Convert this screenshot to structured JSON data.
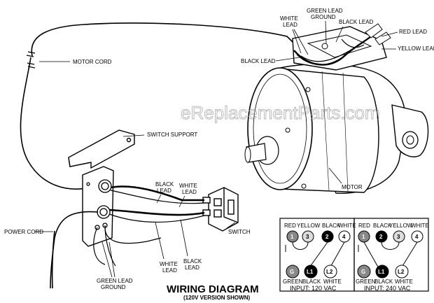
{
  "watermark": "eReplacementParts.com",
  "labels": {
    "motor_cord": "MOTOR CORD",
    "switch_support": "SWITCH SUPPORT",
    "power_cord": "POWER CORD",
    "switch": "SWITCH",
    "motor": "MOTOR",
    "green_lead_top_1": "GREEN LEAD",
    "green_lead_top_2": "GROUND",
    "white_lead_top_1": "WHITE",
    "white_lead_top_2": "LEAD",
    "black_lead_top": "BLACK LEAD",
    "red_lead": "RED LEAD",
    "yellow_lead": "YELLOW LEAD",
    "black_lead_left": "BLACK LEAD",
    "black_lead_sw_1": "BLACK",
    "black_lead_sw_2": "LEAD",
    "white_lead_sw_1": "WHITE",
    "white_lead_sw_2": "LEAD",
    "white_lead_low_1": "WHITE",
    "white_lead_low_2": "LEAD",
    "black_lead_low_1": "BLACK",
    "black_lead_low_2": "LEAD",
    "green_lead_bottom_1": "GREEN LEAD",
    "green_lead_bottom_2": "GROUND"
  },
  "wiring": {
    "title": "WIRING DIAGRAM",
    "subtitle": "(120V VERSION SHOWN)",
    "panel_120": {
      "headers": [
        "RED",
        "YELLOW",
        "BLACK",
        "WHITE"
      ],
      "terminals": [
        "1",
        "3",
        "2",
        "4"
      ],
      "lines": [
        "G",
        "L1",
        "L2"
      ],
      "line_colors": [
        "GREEN",
        "BLACK",
        "WHITE"
      ],
      "input": "INPUT: 120 VAC"
    },
    "panel_240": {
      "headers": [
        "RED",
        "BLACK",
        "YELLOW",
        "WHITE"
      ],
      "terminals": [
        "1",
        "2",
        "3",
        "4"
      ],
      "lines": [
        "G",
        "L1",
        "L2"
      ],
      "line_colors": [
        "GREEN",
        "BLACK",
        "WHITE"
      ],
      "input": "INPUT: 240 VAC"
    }
  }
}
